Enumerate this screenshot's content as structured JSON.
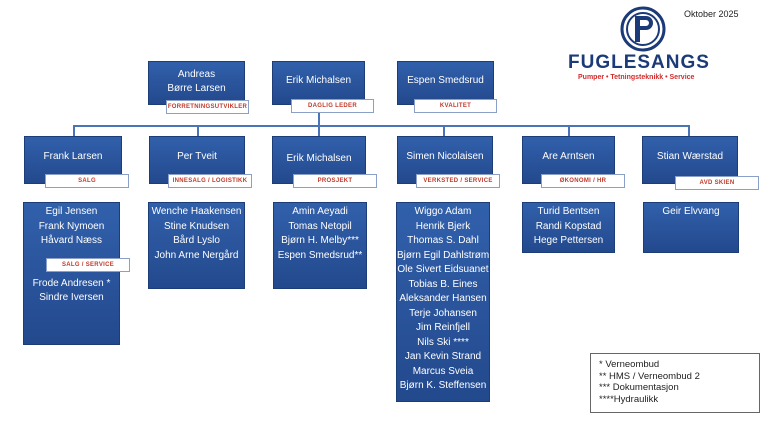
{
  "header": {
    "date": "Oktober 2025",
    "brand_name": "FUGLESANGS",
    "brand_tagline": "Pumper • Tetningsteknikk • Service",
    "colors": {
      "box": "#2b559e",
      "tag_text": "#c0392b",
      "brand_blue": "#1b3a78",
      "brand_red": "#d22b2b"
    }
  },
  "top": [
    {
      "name_line1": "Andreas",
      "name_line2": "Børre Larsen",
      "role": "FORRETNINGSUTVIKLER"
    },
    {
      "name_line1": "Erik Michalsen",
      "name_line2": "",
      "role": "DAGLIG LEDER"
    },
    {
      "name_line1": "Espen Smedsrud",
      "name_line2": "",
      "role": "KVALITET"
    }
  ],
  "departments": [
    {
      "head": "Frank Larsen",
      "role": "SALG",
      "members": [
        "Egil Jensen",
        "Frank Nymoen",
        "Håvard Næss"
      ],
      "sub_role": "SALG / SERVICE",
      "sub_members": [
        "Frode Andresen *",
        "Sindre Iversen"
      ]
    },
    {
      "head": "Per Tveit",
      "role": "INNESALG / LOGISTIKK",
      "members": [
        "Wenche Haakensen",
        "Stine Knudsen",
        "Bård Lyslo",
        "John Arne Nergård"
      ]
    },
    {
      "head": "Erik Michalsen",
      "role": "PROSJEKT",
      "members": [
        "Amin Aeyadi",
        "Tomas Netopil",
        "Bjørn H. Melby***",
        "Espen Smedsrud**"
      ]
    },
    {
      "head": "Simen Nicolaisen",
      "role": "VERKSTED / SERVICE",
      "members": [
        "Wiggo Adam",
        "Henrik Bjerk",
        "Thomas S. Dahl",
        "Bjørn Egil Dahlstrøm",
        "Ole Sivert Eidsuanet",
        "Tobias B. Eines",
        "Aleksander Hansen",
        "Terje Johansen",
        "Jim Reinfjell",
        "Nils Ski ****",
        "Jan Kevin Strand",
        "Marcus Sveia",
        "Bjørn K. Steffensen"
      ]
    },
    {
      "head": "Are Arntsen",
      "role": "ØKONOMI / HR",
      "members": [
        "Turid Bentsen",
        "Randi Kopstad",
        "Hege Pettersen"
      ]
    },
    {
      "head": "Stian Wærstad",
      "role": "AVD SKIEN",
      "members": [
        "Geir Elvvang"
      ]
    }
  ],
  "legend": [
    "* Verneombud",
    "** HMS / Verneombud 2",
    "*** Dokumentasjon",
    "****Hydraulikk"
  ]
}
